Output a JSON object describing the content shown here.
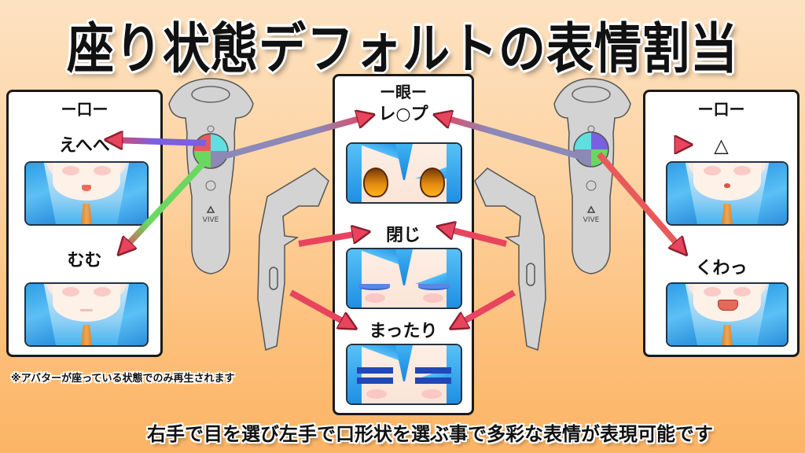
{
  "title": "座り状態デフォルトの表情割当",
  "colors": {
    "background_top": "#fde2c2",
    "background_bottom": "#fcb465",
    "arrow": "#e8445e",
    "pad_purple": "#7b5fe0",
    "pad_cyan": "#5fe0e0",
    "pad_red": "#e85a5a",
    "pad_green": "#6ad860",
    "pad_slate": "#8c88b8",
    "controller_body": "#d2d2d2"
  },
  "left_panel": {
    "header": "ー口ー",
    "items": [
      {
        "label": "えへへ",
        "mouth": "smile-open",
        "pad_color": "purple"
      },
      {
        "label": "むむ",
        "mouth": "closed-line",
        "pad_color": "green"
      }
    ]
  },
  "center_panel": {
    "header": "ー眼ー",
    "items": [
      {
        "label": "レ○プ",
        "eyes": "blank-orange"
      },
      {
        "label": "閉じ",
        "eyes": "closed"
      },
      {
        "label": "まったり",
        "eyes": "flat-bars"
      }
    ]
  },
  "right_panel": {
    "header": "ー口ー",
    "items": [
      {
        "label": "△",
        "mouth": "small-o",
        "pad_color": "cyan"
      },
      {
        "label": "くわっ",
        "mouth": "wide-open-fangs",
        "pad_color": "red"
      }
    ]
  },
  "controllers": {
    "left_wand": {
      "brand": "VIVE",
      "side": "left"
    },
    "right_wand": {
      "brand": "VIVE",
      "side": "right"
    },
    "left_side_view": {
      "side": "left"
    },
    "right_side_view": {
      "side": "right"
    }
  },
  "note": "※アバターが座っている状態でのみ再生されます",
  "footer": "右手で目を選び左手で口形状を選ぶ事で多彩な表情が表現可能です"
}
